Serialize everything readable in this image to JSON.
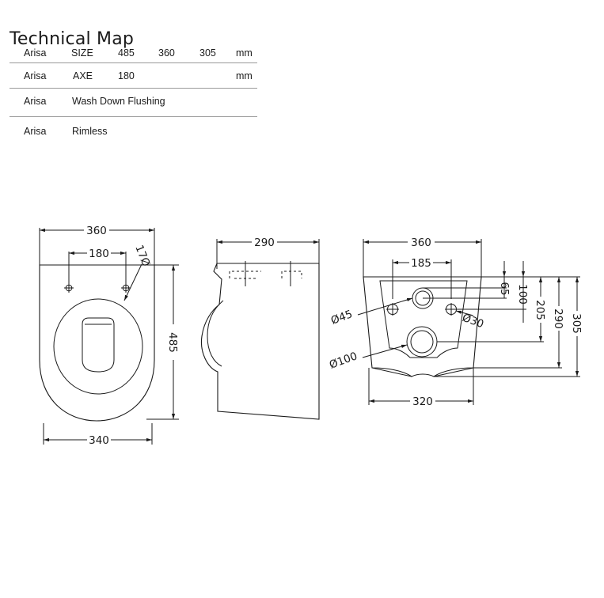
{
  "title": "Technical Map",
  "spec_rows": [
    {
      "model": "Arisa",
      "param": "SIZE",
      "v1": "485",
      "v2": "360",
      "v3": "305",
      "unit": "mm"
    },
    {
      "model": "Arisa",
      "param": "AXE",
      "v1": "180",
      "v2": "",
      "v3": "",
      "unit": "mm"
    },
    {
      "model": "Arisa",
      "param": "Wash Down Flushing",
      "v1": "",
      "v2": "",
      "v3": "",
      "unit": ""
    },
    {
      "model": "Arisa",
      "param": "Rimless",
      "v1": "",
      "v2": "",
      "v3": "",
      "unit": ""
    }
  ],
  "top_view": {
    "width_top": "360",
    "axe": "180",
    "hole_dia": "17Ø",
    "length": "485",
    "width_bottom": "340"
  },
  "side_view": {
    "depth": "290"
  },
  "rear_view": {
    "width": "360",
    "hole_spacing": "185",
    "pipe_dia": "Ø45",
    "bolt_dia": "Ø30",
    "outlet_dia": "Ø100",
    "h65": "65",
    "h100": "100",
    "h205": "205",
    "h290": "290",
    "h305": "305",
    "base_width": "320"
  }
}
